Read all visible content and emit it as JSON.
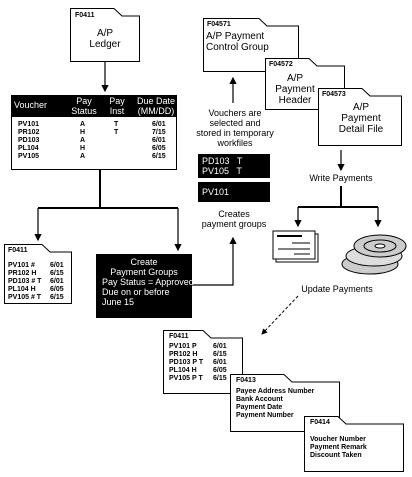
{
  "ledger": {
    "id": "F0411",
    "title": [
      "A/P",
      "Ledger"
    ]
  },
  "voucher_table": {
    "headers": {
      "voucher": "Voucher",
      "pay_status": [
        "Pay",
        "Status"
      ],
      "pay_inst": [
        "Pay",
        "Inst"
      ],
      "due_date": [
        "Due Date",
        "(MM/DD)"
      ]
    },
    "rows": [
      {
        "voucher": "PV101",
        "status": "A",
        "inst": "T",
        "date": "6/01"
      },
      {
        "voucher": "PR102",
        "status": "H",
        "inst": "T",
        "date": "7/15"
      },
      {
        "voucher": "PD103",
        "status": "A",
        "inst": "",
        "date": "6/01"
      },
      {
        "voucher": "PL104",
        "status": "H",
        "inst": "",
        "date": "6/05"
      },
      {
        "voucher": "PV105",
        "status": "A",
        "inst": "",
        "date": "6/15"
      }
    ]
  },
  "control_group": {
    "id": "F04571",
    "title": [
      "A/P Payment",
      "Control Group"
    ]
  },
  "payment_header": {
    "id": "F04572",
    "title": [
      "A/P",
      "Payment",
      "Header"
    ]
  },
  "detail_file": {
    "id": "F04573",
    "title": [
      "A/P",
      "Payment",
      "Detail File"
    ]
  },
  "workfiles_caption": [
    "Vouchers are",
    "selected and",
    "stored in temporary",
    "workfiles"
  ],
  "group_box_1": [
    "PD103   T",
    "PV105   T"
  ],
  "group_box_2": [
    "PV101"
  ],
  "creates_caption": [
    "Creates",
    "payment groups"
  ],
  "write_payments": "Write Payments",
  "update_payments": "Update Payments",
  "left_ledger": {
    "id": "F0411",
    "rows": [
      [
        "PV101 #",
        "6/01"
      ],
      [
        "PR102 H",
        "6/15"
      ],
      [
        "PD103 # T",
        "6/01"
      ],
      [
        "PL104 H",
        "6/05"
      ],
      [
        "PV105 # T",
        "6/15"
      ]
    ]
  },
  "create_groups": {
    "lines": [
      "Create",
      "Payment Groups",
      "Pay Status = Approved",
      "Due on or before",
      "June 15"
    ]
  },
  "bottom_ledger": {
    "id": "F0411",
    "rows": [
      [
        "PV101 P",
        "6/01"
      ],
      [
        "PR102 H",
        "6/15"
      ],
      [
        "PD103 P T",
        "6/01"
      ],
      [
        "PL104 H",
        "6/05"
      ],
      [
        "PV105 P T",
        "6/15"
      ]
    ]
  },
  "f0413": {
    "id": "F0413",
    "lines": [
      "Payee Address Number",
      "Bank Account",
      "Payment Date",
      "Payment Number"
    ]
  },
  "f0414": {
    "id": "F0414",
    "lines": [
      "Voucher Number",
      "Payment Remark",
      "Discount Taken"
    ]
  }
}
